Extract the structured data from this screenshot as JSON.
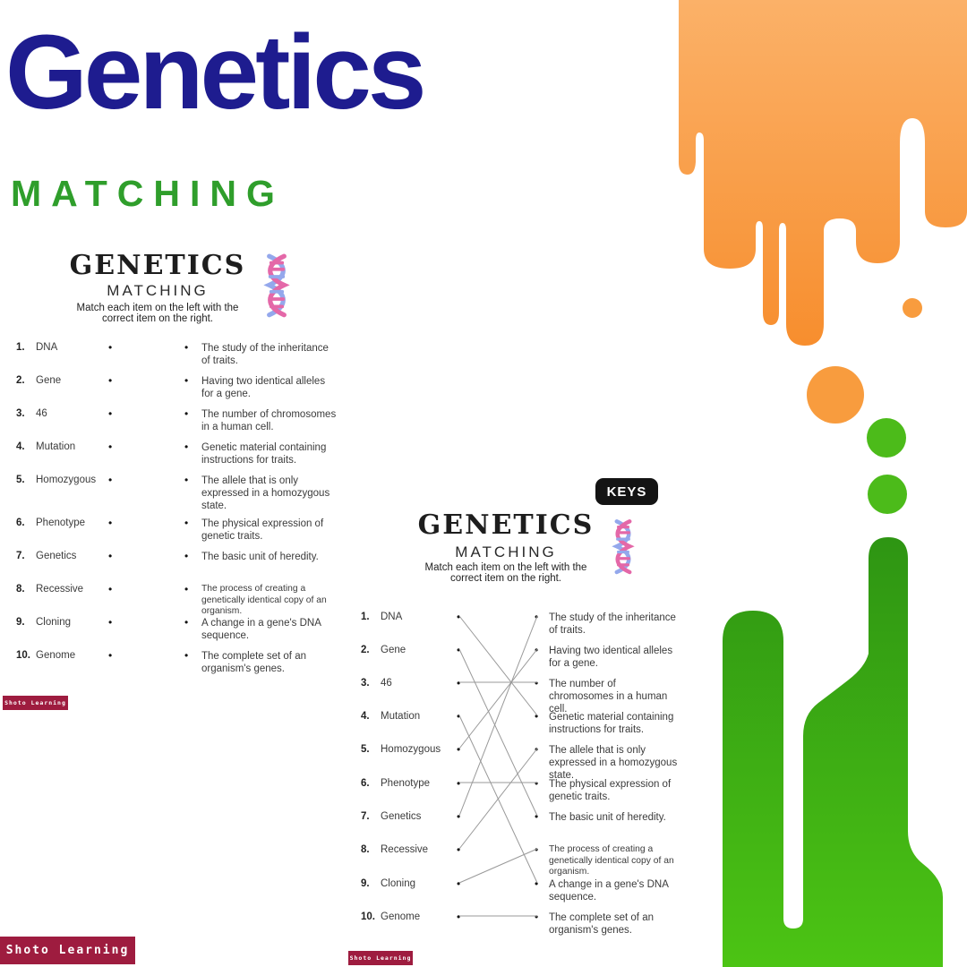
{
  "header": {
    "title": "Genetics",
    "subtitle": "MATCHING"
  },
  "colors": {
    "title_navy": "#1E1C8F",
    "subtitle_green": "#2F9E2B",
    "brand_maroon": "#9E1C3F",
    "orange_gradient_top": "#FBB168",
    "orange_gradient_bottom": "#F78E2E",
    "orange_circle": "#F89C3E",
    "green_gradient_top": "#2E9513",
    "green_gradient_bottom": "#4CC414",
    "green_circle": "#4CBB1A",
    "dna_pink": "#E468A8",
    "dna_blue": "#94A8EC",
    "answer_line_gray": "#999999",
    "keys_badge_black": "#141414"
  },
  "glyphs": {
    "bullet": "•"
  },
  "worksheet": {
    "title": "GENETICS",
    "subtitle": "MATCHING",
    "instructions": [
      "Match each item on the left with the",
      "correct item on the right."
    ],
    "items": [
      {
        "num": "1.",
        "term": "DNA",
        "def": "The study of the inheritance of traits."
      },
      {
        "num": "2.",
        "term": "Gene",
        "def": "Having two identical alleles for a gene."
      },
      {
        "num": "3.",
        "term": "46",
        "def": "The number of chromosomes in a human cell."
      },
      {
        "num": "4.",
        "term": "Mutation",
        "def": "Genetic material containing instructions for traits."
      },
      {
        "num": "5.",
        "term": "Homozygous",
        "def": "The allele that is only expressed in a homozygous state."
      },
      {
        "num": "6.",
        "term": "Phenotype",
        "def": "The physical expression of genetic traits."
      },
      {
        "num": "7.",
        "term": "Genetics",
        "def": "The basic unit of heredity."
      },
      {
        "num": "8.",
        "term": "Recessive",
        "def": "The process of creating a genetically identical copy of an organism."
      },
      {
        "num": "9.",
        "term": "Cloning",
        "def": "A change in a gene's DNA sequence."
      },
      {
        "num": "10.",
        "term": "Genome",
        "def": "The complete set of an organism's genes."
      }
    ]
  },
  "answer_key": {
    "badge_label": "KEYS",
    "pairs": [
      [
        1,
        4
      ],
      [
        2,
        7
      ],
      [
        3,
        3
      ],
      [
        4,
        9
      ],
      [
        5,
        2
      ],
      [
        6,
        6
      ],
      [
        7,
        1
      ],
      [
        8,
        5
      ],
      [
        9,
        8
      ],
      [
        10,
        10
      ]
    ]
  },
  "brand": {
    "label": "Shoto Learning"
  }
}
